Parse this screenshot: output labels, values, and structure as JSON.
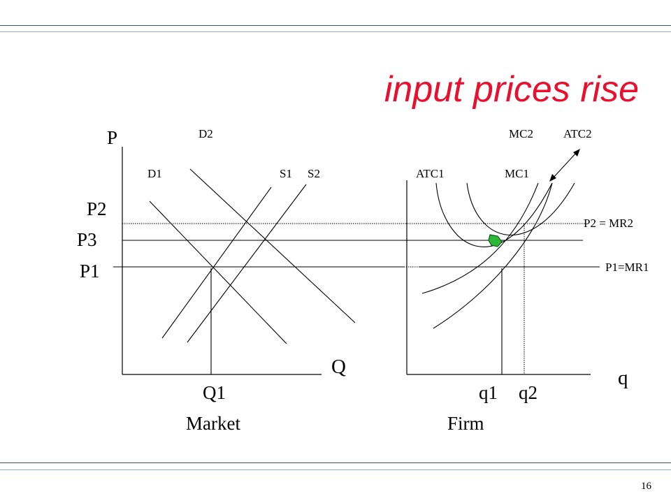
{
  "slide": {
    "title": "input prices rise",
    "page_number": "16"
  },
  "colors": {
    "title": "#e8102e",
    "rule_dark": "#3b4f5c",
    "rule_light": "#8fb0c8",
    "highlight_fill": "#2db83a"
  },
  "market": {
    "price_axis_label": "P",
    "quantity_axis_label": "Q",
    "price_levels": [
      "P2",
      "P3",
      "P1"
    ],
    "quantity_label": "Q1",
    "panel_label": "Market",
    "curves": {
      "demand1": "D1",
      "demand2": "D2",
      "supply1": "S1",
      "supply2": "S2"
    }
  },
  "firm": {
    "quantity_axis_label": "q",
    "quantity_labels": [
      "q1",
      "q2"
    ],
    "panel_label": "Firm",
    "curves": {
      "atc1": "ATC1",
      "mc1": "MC1",
      "mc2": "MC2",
      "atc2": "ATC2"
    },
    "revenue_lines": {
      "mr2": "P2 = MR2",
      "mr1": "P1=MR1"
    }
  }
}
